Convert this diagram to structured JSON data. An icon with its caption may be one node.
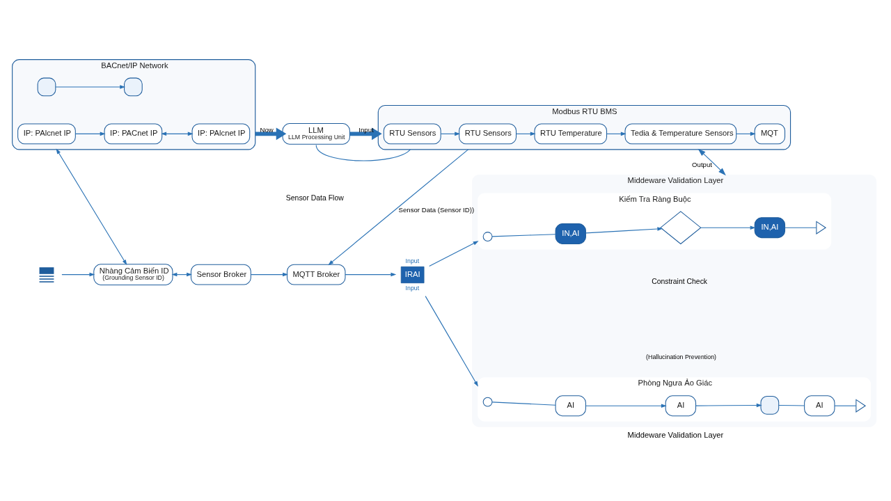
{
  "diagram": {
    "nodes": [
      {
        "text": [
          "BACnet/IP Network"
        ]
      },
      {
        "text": [],
        "shape": "box",
        "in": 0
      },
      {
        "text": [],
        "shape": "box",
        "in": 0
      },
      {
        "text": [
          "IP: PAlcnet IP"
        ],
        "in": 0
      },
      {
        "text": [
          "IP: PACnet IP"
        ],
        "in": 0
      },
      {
        "text": [
          "IP: PAlcnet IP"
        ],
        "in": 0
      },
      {
        "text": [
          "LLM",
          "LLM Processing Unit"
        ]
      },
      {
        "text": [
          "Modbus RTU BMS"
        ]
      },
      {
        "text": [
          "RTU Sensors"
        ],
        "in": 7
      },
      {
        "text": [
          "RTU Sensors"
        ],
        "in": 7
      },
      {
        "text": [
          "RTU Temperature"
        ],
        "in": 7
      },
      {
        "text": [
          "Tedia & Temperature Sensors"
        ],
        "in": 7
      },
      {
        "text": [
          "MQT"
        ],
        "in": 7
      },
      {
        "text": [],
        "shape": "picture"
      },
      {
        "text": [
          "Nhàng Cảm Biến ID",
          "(Grounding Sensor ID)"
        ]
      },
      {
        "text": [
          "Sensor Broker"
        ]
      },
      {
        "text": [
          "MQTT Broker"
        ]
      },
      {
        "text": [
          "IRAI"
        ],
        "beside": [
          "Input",
          "Input"
        ]
      },
      {
        "text": [
          "Middeware Validation Layer"
        ],
        "beside": [
          "Middeware Validation Layer"
        ]
      },
      {
        "text": [
          "Kiếm Tra Ràng Buộc"
        ],
        "in": 18
      },
      {
        "text": [],
        "shape": "circle",
        "in": 19
      },
      {
        "text": [
          "IN,AI"
        ],
        "in": 19
      },
      {
        "text": [],
        "shape": "diamond",
        "in": 19
      },
      {
        "text": [
          "IN,AI"
        ],
        "in": 19
      },
      {
        "text": [],
        "shape": "triangle",
        "in": 19
      },
      {
        "text": [
          "Phòng Ngưa Ảo Giác"
        ],
        "in": 18
      },
      {
        "text": [],
        "shape": "circle",
        "in": 25
      },
      {
        "text": [
          "AI"
        ],
        "in": 25
      },
      {
        "text": [
          "AI"
        ],
        "in": 25
      },
      {
        "text": [],
        "shape": "box",
        "in": 25
      },
      {
        "text": [
          "AI"
        ],
        "in": 25
      },
      {
        "text": [],
        "shape": "triangle",
        "in": 25
      }
    ],
    "edges": [
      {
        "from": 1,
        "to": 2,
        "arrow": "to"
      },
      {
        "from": 3,
        "to": 4,
        "arrow": "to"
      },
      {
        "from": 4,
        "to": 5,
        "arrow": "both"
      },
      {
        "from": 0,
        "to": 6,
        "arrow": "to",
        "label": "Now",
        "style": "thick"
      },
      {
        "from": 6,
        "to": 7,
        "arrow": "to",
        "label": "Input",
        "style": "thick"
      },
      {
        "from": 8,
        "to": 9,
        "arrow": "to"
      },
      {
        "from": 9,
        "to": 10,
        "arrow": "to"
      },
      {
        "from": 10,
        "to": 11,
        "arrow": "to"
      },
      {
        "from": 11,
        "to": 12,
        "arrow": "to"
      },
      {
        "from": 6,
        "to": 7,
        "arrow": "none"
      },
      {
        "from": 7,
        "to": 16,
        "arrow": "to",
        "label": "Sensor Data (Sensor ID))"
      },
      {
        "from": 7,
        "to": 18,
        "arrow": "both",
        "label": "Output"
      },
      {
        "from": 0,
        "to": 14,
        "arrow": "both"
      },
      {
        "from": 13,
        "to": 14,
        "arrow": "to"
      },
      {
        "from": 14,
        "to": 15,
        "arrow": "both"
      },
      {
        "from": 15,
        "to": 16,
        "arrow": "to"
      },
      {
        "from": 16,
        "to": 17,
        "arrow": "to"
      },
      {
        "from": 17,
        "to": 19,
        "arrow": "to"
      },
      {
        "from": 17,
        "to": 25,
        "arrow": "to"
      },
      {
        "from": 20,
        "to": 21,
        "arrow": "none"
      },
      {
        "from": 21,
        "to": 22,
        "arrow": "to"
      },
      {
        "from": 22,
        "to": 23,
        "arrow": "to"
      },
      {
        "from": 23,
        "to": 24,
        "arrow": "none"
      },
      {
        "from": 26,
        "to": 27,
        "arrow": "none"
      },
      {
        "from": 27,
        "to": 28,
        "arrow": "to"
      },
      {
        "from": 28,
        "to": 29,
        "arrow": "to"
      },
      {
        "from": 29,
        "to": 30,
        "arrow": "none"
      },
      {
        "from": 30,
        "to": 31,
        "arrow": "none"
      }
    ],
    "labels": [
      "Sensor Data Flow",
      "Constraint Check",
      "(Hallucination Prevention)"
    ]
  }
}
